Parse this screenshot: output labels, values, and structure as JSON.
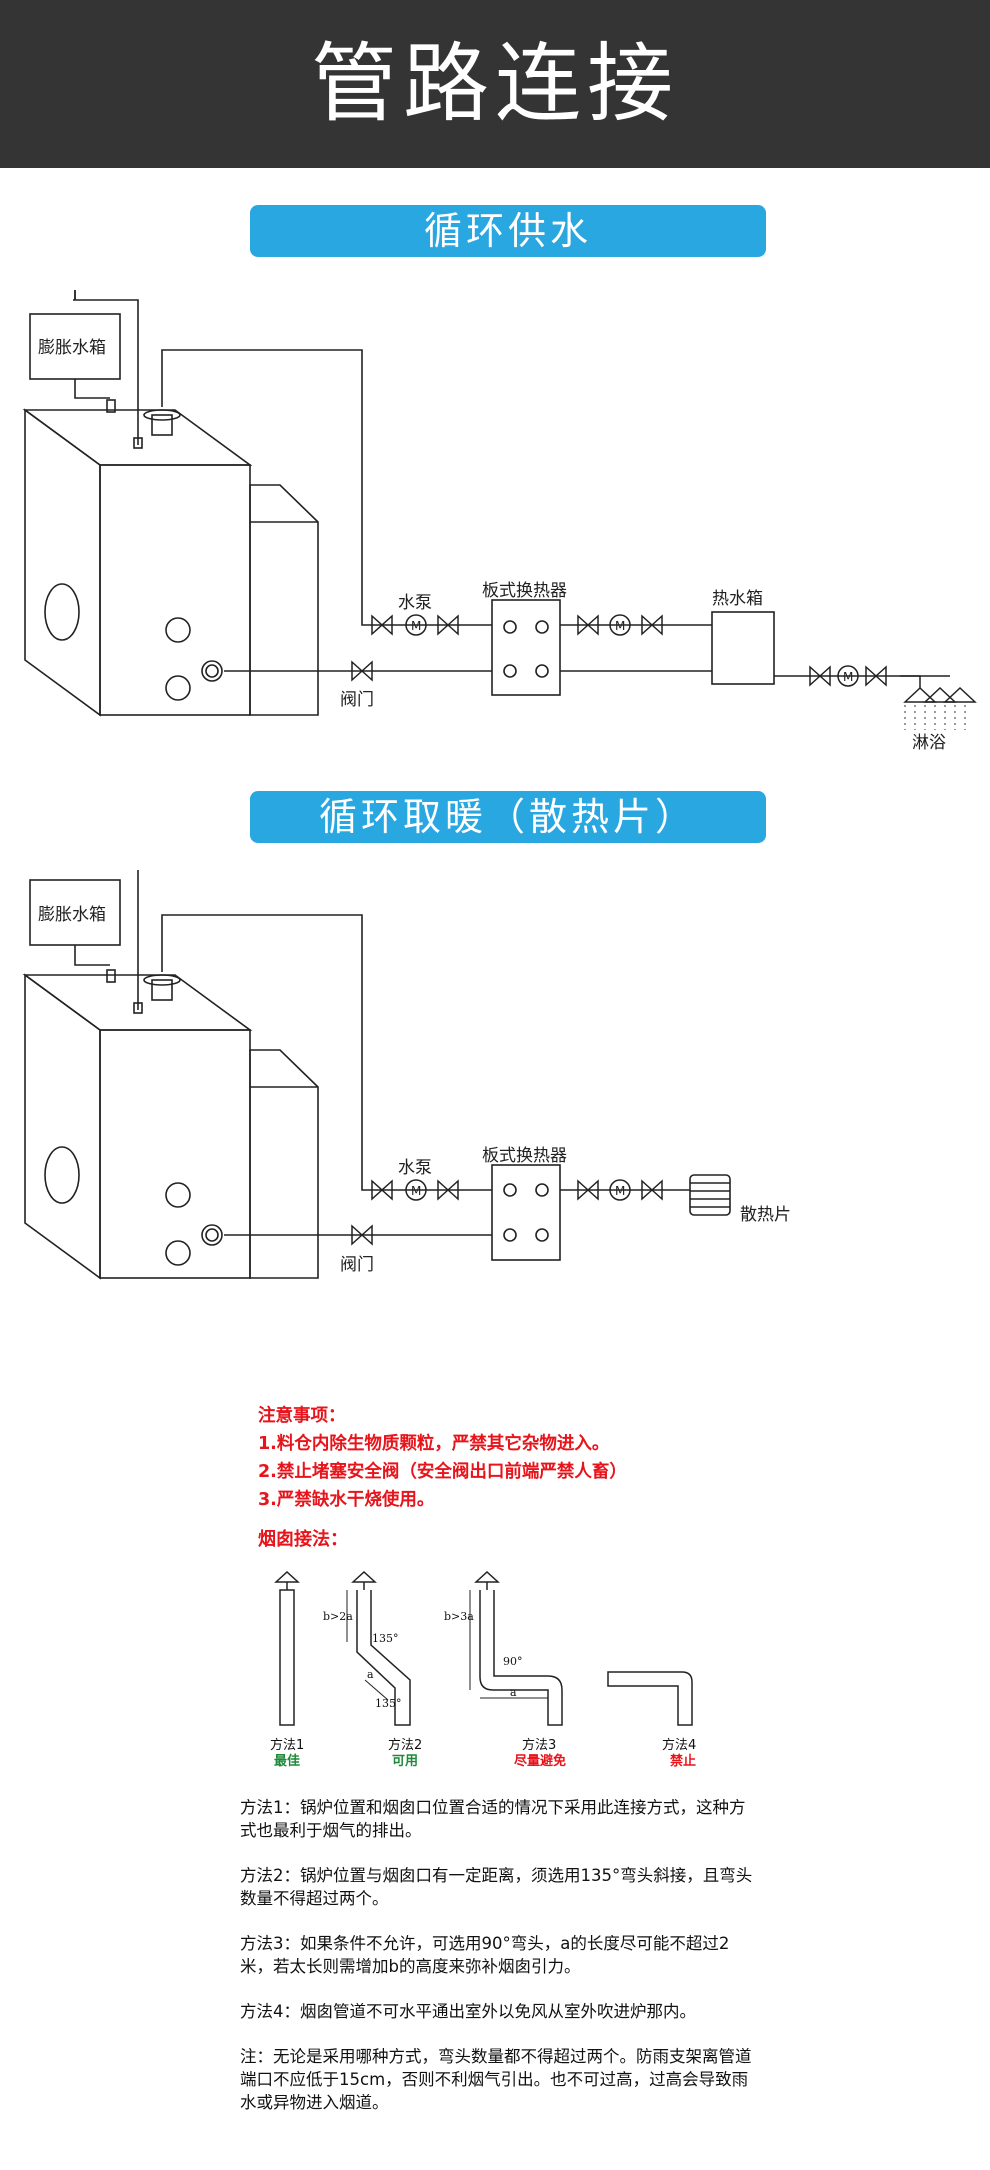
{
  "header": {
    "title": "管路连接"
  },
  "section1": {
    "banner": "循环供水",
    "labels": {
      "tank": "膨胀水箱",
      "pump": "水泵",
      "exchanger": "板式换热器",
      "hot_tank": "热水箱",
      "valve": "阀门",
      "shower": "淋浴"
    }
  },
  "section2": {
    "banner": "循环取暖（散热片）",
    "labels": {
      "tank": "膨胀水箱",
      "pump": "水泵",
      "exchanger": "板式换热器",
      "radiator": "散热片",
      "valve": "阀门"
    }
  },
  "notes": {
    "title": "注意事项：",
    "items": [
      "1.料仓内除生物质颗粒，严禁其它杂物进入。",
      "2.禁止堵塞安全阀（安全阀出口前端严禁人畜）",
      "3.严禁缺水干烧使用。"
    ]
  },
  "chimney": {
    "title": "烟囱接法：",
    "methods": [
      {
        "name": "方法1",
        "rating": "最佳"
      },
      {
        "name": "方法2",
        "rating": "可用"
      },
      {
        "name": "方法3",
        "rating": "尽量避免"
      },
      {
        "name": "方法4",
        "rating": "禁止"
      }
    ],
    "annotations": {
      "b2a": "b>2a",
      "b3a": "b>3a",
      "a": "a",
      "angle135": "135°",
      "angle90": "90°"
    }
  },
  "descriptions": [
    "方法1：锅炉位置和烟囱口位置合适的情况下采用此连接方式，这种方式也最利于烟气的排出。",
    "方法2：锅炉位置与烟囱口有一定距离，须选用135°弯头斜接，且弯头数量不得超过两个。",
    "方法3：如果条件不允许，可选用90°弯头，a的长度尽可能不超过2米，若太长则需增加b的高度来弥补烟囱引力。",
    "方法4：烟囱管道不可水平通出室外以免风从室外吹进炉那内。",
    "注：无论是采用哪种方式，弯头数量都不得超过两个。防雨支架离管道端口不应低于15cm，否则不利烟气引出。也不可过高，过高会导致雨水或异物进入烟道。"
  ],
  "colors": {
    "header_bg": "#343434",
    "banner_bg": "#29a7e1",
    "warning": "#e8141b",
    "good": "#1f8a3a"
  }
}
